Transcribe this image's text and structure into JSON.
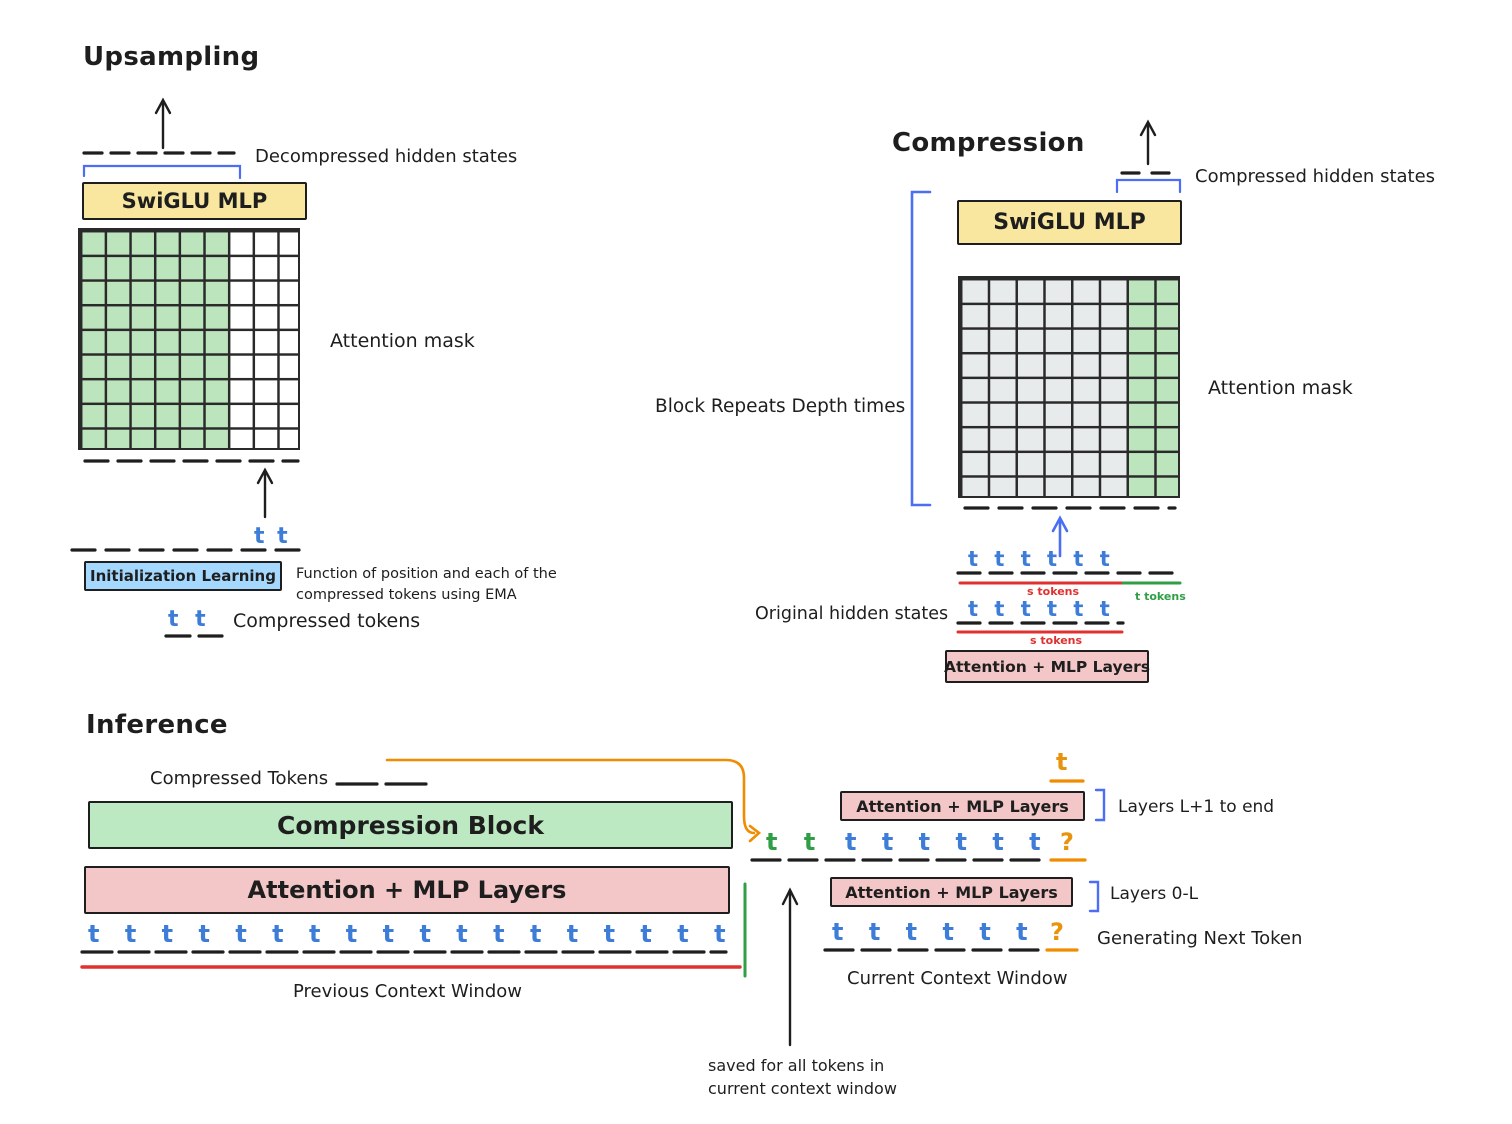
{
  "upsampling": {
    "title": "Upsampling",
    "decompressed_label": "Decompressed hidden states",
    "mlp_label": "SwiGLU MLP",
    "attention_mask_label": "Attention mask",
    "tokens_above_init": "t t",
    "init_box_label": "Initialization Learning",
    "init_note": "Function of position and each of the\ncompressed tokens using EMA",
    "compressed_tokens": "t t",
    "compressed_tokens_label": "Compressed tokens"
  },
  "compression": {
    "title": "Compression",
    "compressed_label": "Compressed hidden states",
    "mlp_label": "SwiGLU MLP",
    "bracket_label": "Block Repeats Depth times",
    "attention_mask_label": "Attention mask",
    "token_row_top": "t t t t t t",
    "s_tokens_label": "s tokens",
    "t_tokens_label": "t tokens",
    "original_label": "Original hidden states",
    "token_row_bottom": "t t t t t t",
    "s_tokens_label2": "s tokens",
    "attn_mlp_label": "Attention + MLP Layers"
  },
  "inference": {
    "title": "Inference",
    "compressed_tokens_label": "Compressed Tokens",
    "compression_block_label": "Compression Block",
    "attn_mlp_label": "Attention + MLP Layers",
    "prev_tokens": "t t t t t t t t t t t t t t t t t t",
    "prev_window_label": "Previous Context Window",
    "top_t": "t",
    "attn_mlp_top_label": "Attention + MLP Layers",
    "layers_top_label": "Layers L+1 to end",
    "mid_green_tokens": "t t",
    "mid_blue_tokens": "t t t t t t",
    "mid_question": "?",
    "attn_mlp_bottom_label": "Attention + MLP Layers",
    "layers_bottom_label": "Layers 0-L",
    "bottom_tokens": "t t t t t t",
    "bottom_question": "?",
    "generating_label": "Generating Next Token",
    "current_window_label": "Current Context Window",
    "saved_note": "saved for all tokens in\ncurrent context window"
  }
}
